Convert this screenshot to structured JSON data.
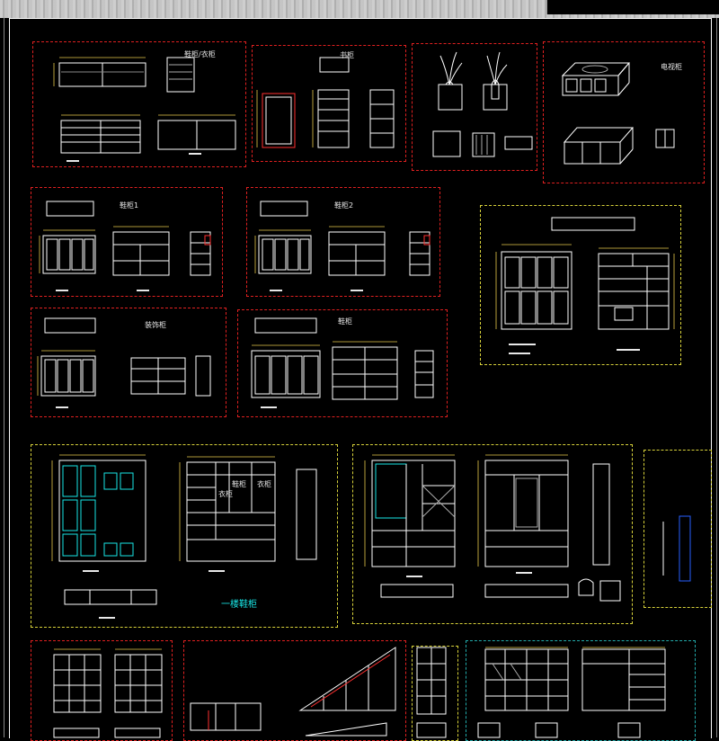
{
  "drawing": {
    "colors": {
      "background": "#000000",
      "frame": "#ffffff",
      "panel_border_red": "#e02020",
      "panel_border_yellow": "#d8d23a",
      "dimension": "#e6c84a",
      "geometry": "#ffffff",
      "accent_cyan": "#19e6e6",
      "accent_red": "#ff3030"
    },
    "labels": {
      "p1_title": "鞋柜/衣柜",
      "p2_title": "书柜",
      "p4_title": "电视柜",
      "p5_title": "鞋柜1",
      "p6_title": "鞋柜2",
      "p8_title": "装饰柜",
      "p9_title": "鞋柜",
      "p10_title": "一楼鞋柜",
      "p10_cell_a": "衣柜",
      "p10_cell_b": "鞋柜",
      "p10_cell_c": "衣柜"
    },
    "icons": {
      "plant_vase": "plant-vase-icon",
      "armchair": "armchair-icon"
    }
  }
}
